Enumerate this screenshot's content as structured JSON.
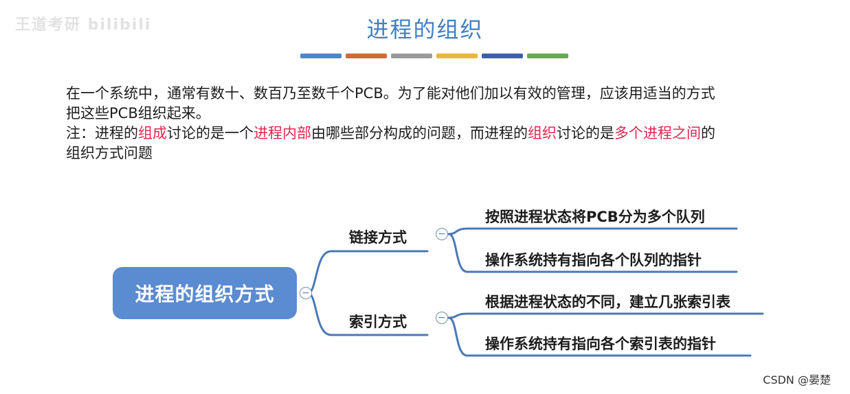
{
  "watermark": "王道考研 bilibili",
  "title": "进程的组织",
  "title_bar_colors": [
    "#4e87c6",
    "#d06a3a",
    "#9a9a9a",
    "#e8b73c",
    "#3f5fa6",
    "#6aa84f"
  ],
  "intro": {
    "line1": "在一个系统中，通常有数十、数百乃至数千个PCB。为了能对他们加以有效的管理，应该用适当的方式",
    "line2": "把这些PCB组织起来。",
    "note_prefix": "注：进程的",
    "note_hl1": "组成",
    "note_mid1": "讨论的是一个",
    "note_hl2": "进程内部",
    "note_mid2": "由哪些部分构成的问题，而进程的",
    "note_hl3": "组织",
    "note_mid3": "讨论的是",
    "note_hl4": "多个进程之间",
    "note_suffix": "的",
    "note_line2": "组织方式问题"
  },
  "mindmap": {
    "root": "进程的组织方式",
    "collapse_symbol": "−",
    "branches": [
      {
        "label": "链接方式",
        "children": [
          "按照进程状态将PCB分为多个队列",
          "操作系统持有指向各个队列的指针"
        ]
      },
      {
        "label": "索引方式",
        "children": [
          "根据进程状态的不同，建立几张索引表",
          "操作系统持有指向各个索引表的指针"
        ]
      }
    ]
  },
  "colors": {
    "title": "#3f7fc2",
    "highlight": "#e0284f",
    "root_fill": "#5b8bd0",
    "connector": "#4a78b5"
  },
  "footer": "CSDN @晏楚"
}
